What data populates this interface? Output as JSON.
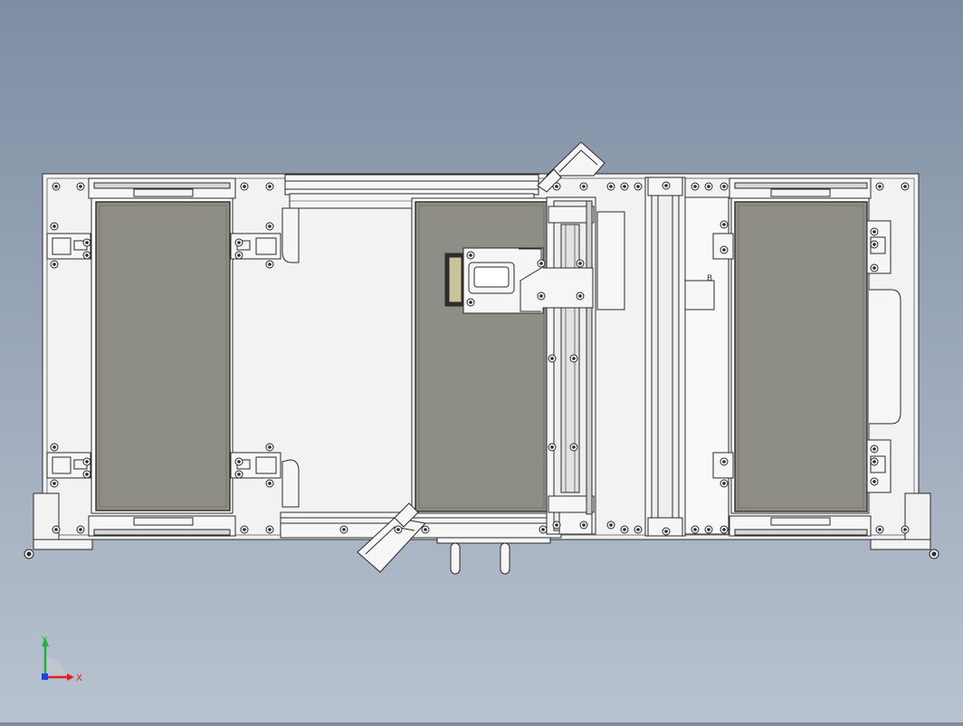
{
  "viewport": {
    "background_top": "#7f8da3",
    "background_bottom": "#b8c2cf"
  },
  "model": {
    "frame_color": "#f2f2f2",
    "line_color": "#2a2a2a",
    "tray_color": "#8f8e86",
    "small_label": "B"
  },
  "triad": {
    "x_label": "X",
    "y_label": "Y",
    "x_color": "#e02020",
    "y_color": "#20b040",
    "z_color": "#2040e0"
  }
}
